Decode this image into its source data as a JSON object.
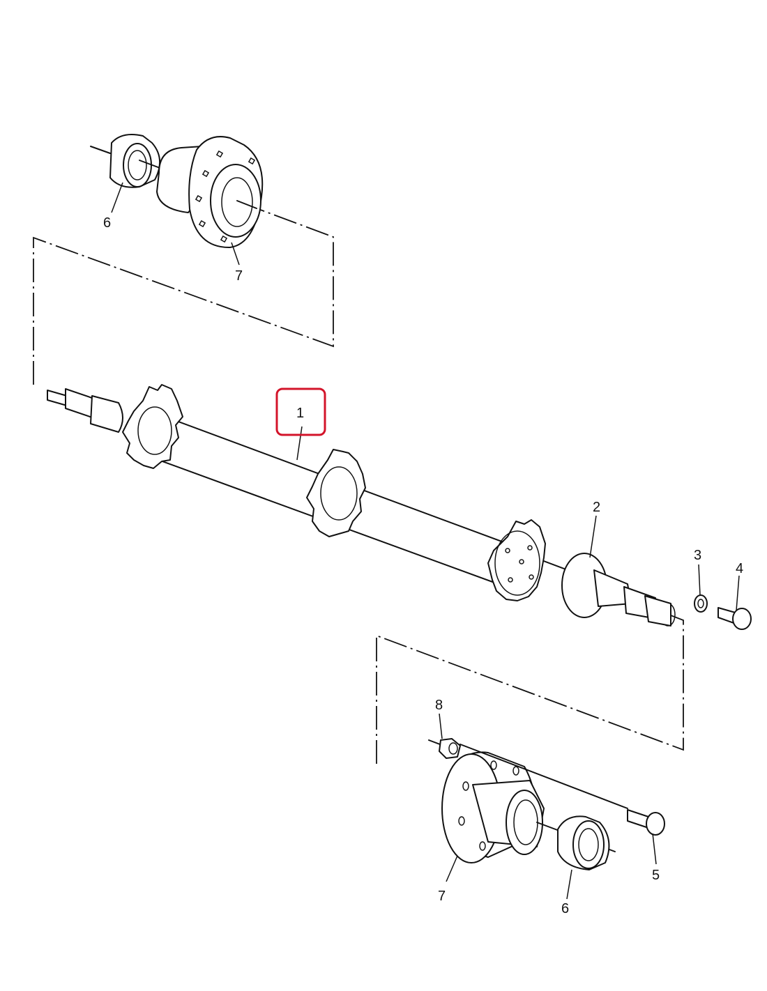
{
  "callouts": {
    "shaft": "1",
    "bearing_flange": "2",
    "washer": "3",
    "bolt": "4",
    "carriage_bolt": "5",
    "bearing_top": "6",
    "housing_top": "7",
    "bearing_bottom": "6",
    "housing_bottom": "7",
    "nut": "8"
  },
  "highlight": {
    "callout": "1",
    "color": "#d3142a"
  }
}
